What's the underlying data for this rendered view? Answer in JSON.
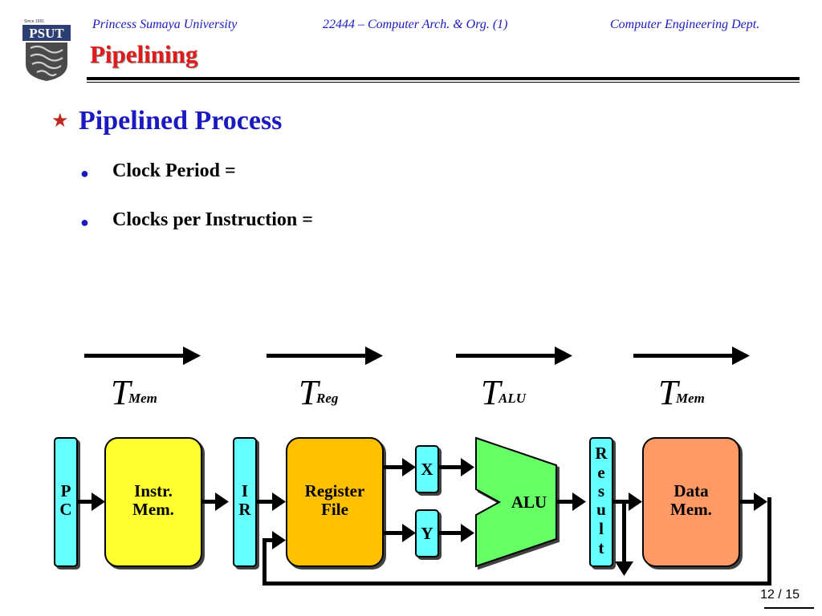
{
  "header": {
    "university": "Princess Sumaya University",
    "course": "22444 – Computer Arch. & Org. (1)",
    "department": "Computer Engineering Dept."
  },
  "logo": {
    "text": "PSUT",
    "since": "Since 1991"
  },
  "slide": {
    "title": "Pipelining",
    "section": "Pipelined Process",
    "bullets": [
      "Clock Period =",
      "Clocks per Instruction ="
    ]
  },
  "diagram": {
    "timings": [
      {
        "symbol": "T",
        "sub": "Mem"
      },
      {
        "symbol": "T",
        "sub": "Reg"
      },
      {
        "symbol": "T",
        "sub": "ALU"
      },
      {
        "symbol": "T",
        "sub": "Mem"
      }
    ],
    "blocks": {
      "pc": [
        "P",
        "C"
      ],
      "instr_mem": [
        "Instr.",
        "Mem."
      ],
      "ir": [
        "I",
        "R"
      ],
      "register_file": [
        "Register",
        "File"
      ],
      "x": "X",
      "y": "Y",
      "alu": "ALU",
      "result": [
        "R",
        "e",
        "s",
        "u",
        "l",
        "t"
      ],
      "data_mem": [
        "Data",
        "Mem."
      ]
    },
    "colors": {
      "register": "#66ffff",
      "instr_mem": "#ffff33",
      "register_file": "#ffc000",
      "alu": "#66ff66",
      "data_mem": "#ff9966"
    }
  },
  "footer": {
    "page": "12 / 15"
  }
}
